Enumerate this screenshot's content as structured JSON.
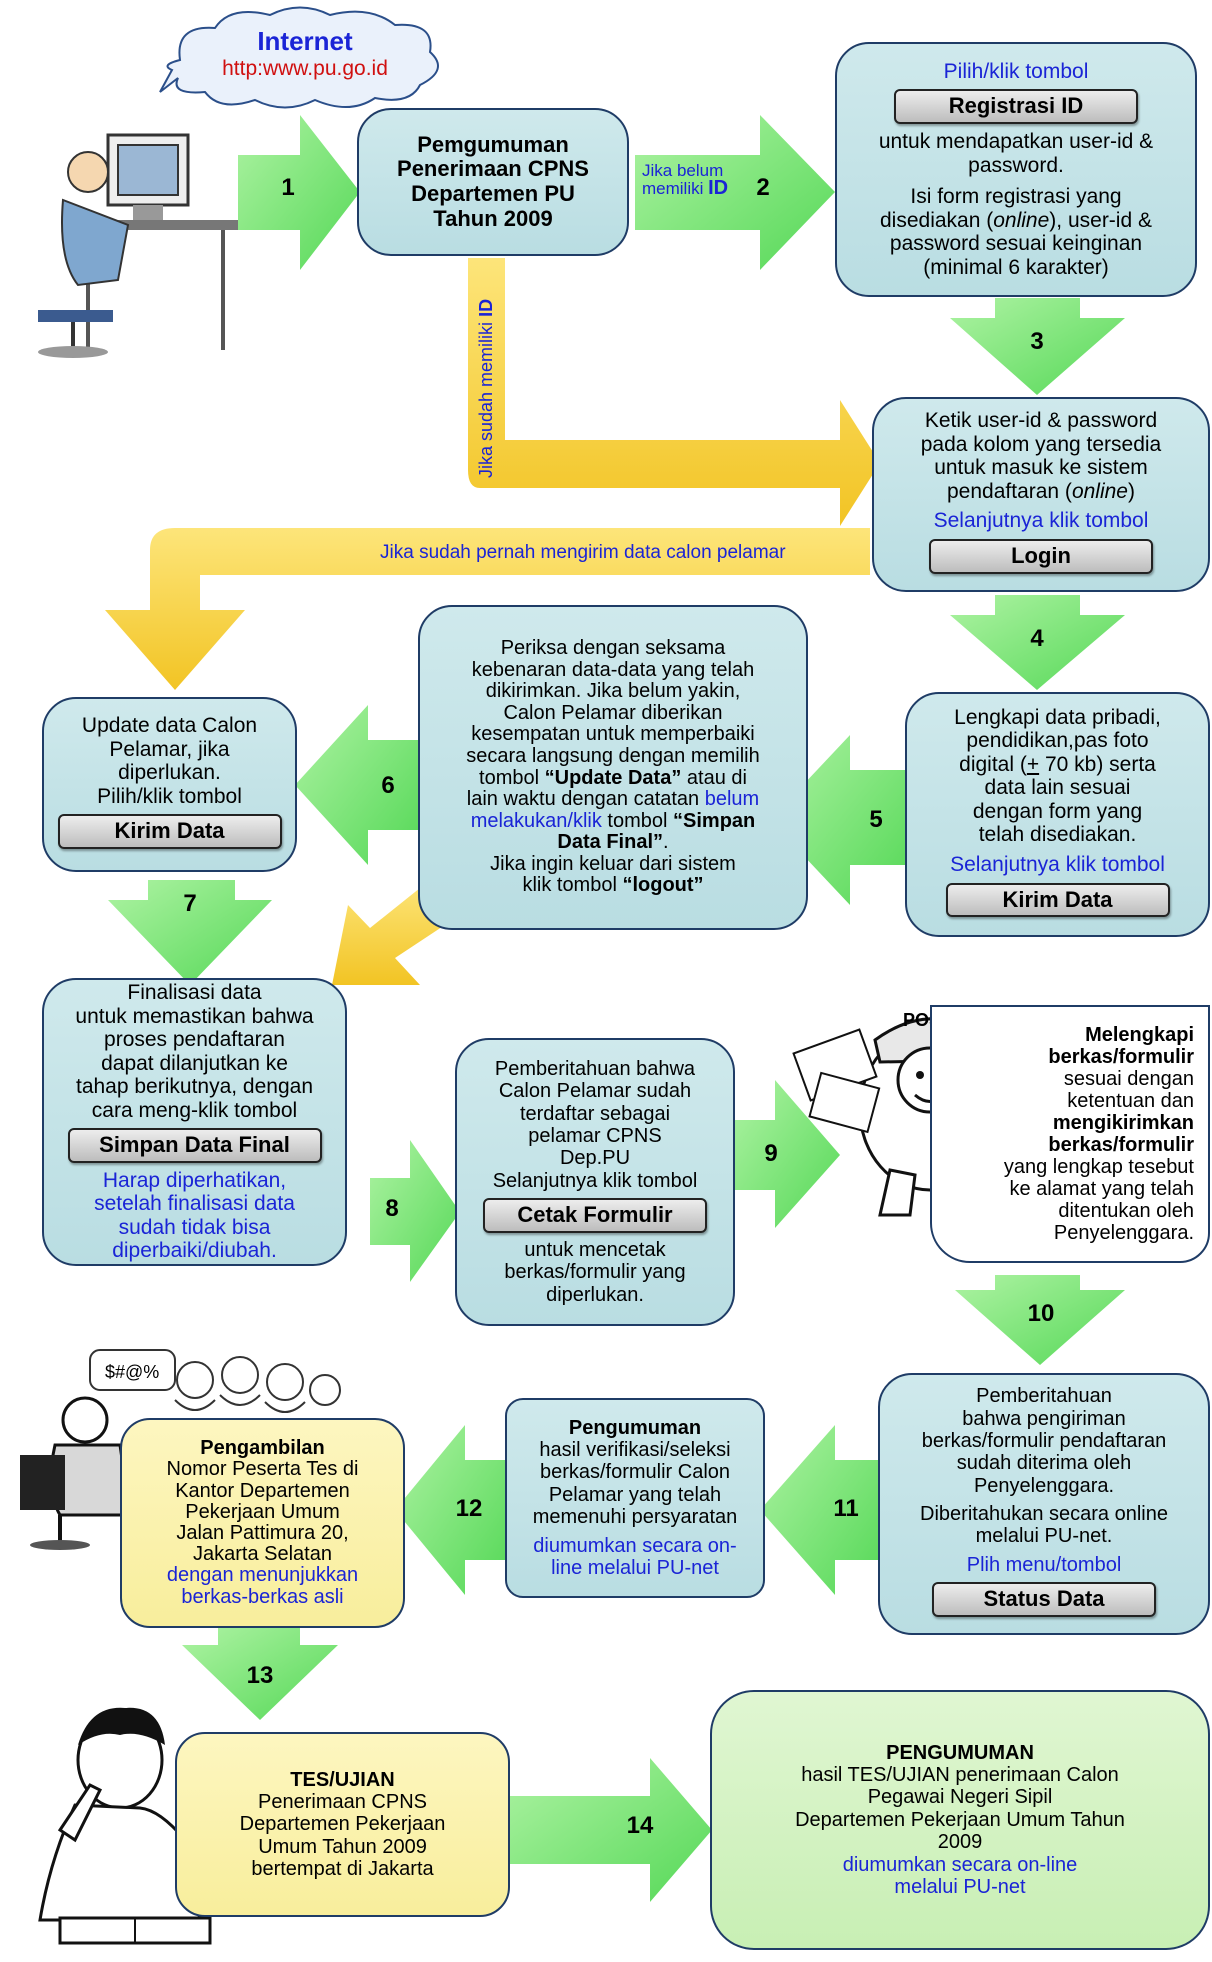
{
  "colors": {
    "box_fill": "#c3e3e7",
    "box_border": "#1f3c66",
    "green_arrow": "#7ee67a",
    "yellow_arrow": "#f7d33c",
    "blue_text": "#1a24d6"
  },
  "internet": {
    "title": "Internet",
    "url": "http:www.pu.go.id"
  },
  "steps": {
    "s1": "1",
    "s2": "2",
    "s3": "3",
    "s4": "4",
    "s5": "5",
    "s6": "6",
    "s7": "7",
    "s8": "8",
    "s9": "9",
    "s10": "10",
    "s11": "11",
    "s12": "12",
    "s13": "13",
    "s14": "14"
  },
  "arrow_labels": {
    "belum_id_1": "Jika belum",
    "belum_id_2": "memiliki",
    "belum_id_3": "ID",
    "sudah_id_1": "Jika sudah memiliki",
    "sudah_id_2": "ID",
    "pernah_kirim": "Jika sudah pernah mengirim data calon pelamar"
  },
  "pengumuman_box": {
    "l1": "Pemgumuman",
    "l2": "Penerimaan CPNS",
    "l3": "Departemen PU",
    "l4": "Tahun 2009"
  },
  "registrasi_box": {
    "l1": "Pilih/klik tombol",
    "button": "Registrasi ID",
    "l2": "untuk mendapatkan user-id &",
    "l3": "password.",
    "l4": "Isi form registrasi yang",
    "l5a": "disediakan (",
    "l5b": "online",
    "l5c": "), user-id &",
    "l6": "password sesuai keinginan",
    "l7": "(minimal 6 karakter)"
  },
  "login_box": {
    "l1": "Ketik user-id & password",
    "l2": "pada kolom yang tersedia",
    "l3": "untuk masuk ke sistem",
    "l4a": "pendaftaran (",
    "l4b": "online",
    "l4c": ")",
    "l5": "Selanjutnya klik tombol",
    "button": "Login"
  },
  "lengkapi_box": {
    "l1": "Lengkapi data pribadi,",
    "l2": "pendidikan,pas foto",
    "l3a": "digital (",
    "l3b": "+",
    "l3c": " 70 kb) serta",
    "l4": "data lain sesuai",
    "l5": "dengan form yang",
    "l6": "telah disediakan.",
    "l7": "Selanjutnya klik tombol",
    "button": "Kirim Data"
  },
  "periksa_box": {
    "l1": "Periksa dengan seksama",
    "l2": "kebenaran data-data yang telah",
    "l3": "dikirimkan.  Jika belum yakin,",
    "l4": "Calon Pelamar diberikan",
    "l5": "kesempatan untuk memperbaiki",
    "l6": "secara langsung dengan memilih",
    "l7a": "tombol ",
    "l7b": "“Update Data”",
    "l7c": " atau di",
    "l8a": "lain waktu dengan catatan ",
    "l8b": "belum",
    "l9a": "melakukan/klik",
    "l9b": " tombol ",
    "l9c": "“Simpan",
    "l10": "Data Final”",
    "l10b": ".",
    "l11": "Jika ingin keluar dari sistem",
    "l12a": "klik tombol ",
    "l12b": "“logout”"
  },
  "update_box": {
    "l1": "Update data Calon",
    "l2": "Pelamar, jika",
    "l3": "diperlukan.",
    "l4": "Pilih/klik tombol",
    "button": "Kirim Data"
  },
  "final_box": {
    "l1": "Finalisasi data",
    "l2": "untuk memastikan bahwa",
    "l3": "proses pendaftaran",
    "l4": "dapat dilanjutkan ke",
    "l5": "tahap berikutnya, dengan",
    "l6": "cara meng-klik tombol",
    "button": "Simpan Data Final",
    "n1": "Harap diperhatikan,",
    "n2": "setelah finalisasi data",
    "n3": "sudah tidak bisa",
    "n4": "diperbaiki/diubah."
  },
  "cetak_box": {
    "l1": "Pemberitahuan bahwa",
    "l2": "Calon Pelamar sudah",
    "l3": "terdaftar sebagai",
    "l4": "pelamar CPNS",
    "l5": "Dep.PU",
    "l6": "Selanjutnya klik tombol",
    "button": "Cetak Formulir",
    "l7": "untuk mencetak",
    "l8": "berkas/formulir yang",
    "l9": "diperlukan."
  },
  "pos_box": {
    "pos_label": "POS",
    "l1": "Melengkapi",
    "l2": "berkas/formulir",
    "l3": "sesuai dengan",
    "l4": "ketentuan dan",
    "l5": "mengikirimkan",
    "l6": "berkas/formulir",
    "l7": "yang lengkap tesebut",
    "l8": "ke alamat yang telah",
    "l9": "ditentukan oleh",
    "l10": "Penyelenggara."
  },
  "status_box": {
    "l1": "Pemberitahuan",
    "l2": "bahwa pengiriman",
    "l3": "berkas/formulir pendaftaran",
    "l4": "sudah diterima oleh",
    "l5": "Penyelenggara.",
    "l6": "Diberitahukan secara online",
    "l7": "melalui PU-net.",
    "l8": "Plih menu/tombol",
    "button": "Status Data"
  },
  "verifikasi_box": {
    "l1": "Pengumuman",
    "l2": "hasil verifikasi/seleksi",
    "l3": "berkas/formulir Calon",
    "l4": "Pelamar yang telah",
    "l5": "memenuhi persyaratan",
    "l6": "diumumkan secara on-",
    "l7": "line melalui PU-net"
  },
  "pengambilan_box": {
    "l1": "Pengambilan",
    "l2": "Nomor Peserta Tes di",
    "l3": "Kantor Departemen",
    "l4": "Pekerjaan Umum",
    "l5": "Jalan Pattimura 20,",
    "l6": "Jakarta Selatan",
    "l7": "dengan menunjukkan",
    "l8": "berkas-berkas asli"
  },
  "tes_box": {
    "l1": "TES/UJIAN",
    "l2": "Penerimaan CPNS",
    "l3": "Departemen Pekerjaan",
    "l4": "Umum Tahun 2009",
    "l5": "bertempat di Jakarta"
  },
  "hasil_box": {
    "l1": "PENGUMUMAN",
    "l2": "hasil TES/UJIAN penerimaan Calon",
    "l3": "Pegawai Negeri Sipil",
    "l4": "Departemen Pekerjaan Umum Tahun",
    "l5": "2009",
    "l6": "diumumkan secara on-line",
    "l7": "melalui PU-net"
  },
  "illustrations": {
    "computer_user": "person-at-computer-icon",
    "postman": "postman-icon",
    "office_crowd": "office-crowd-icon",
    "student": "student-thinking-icon"
  }
}
